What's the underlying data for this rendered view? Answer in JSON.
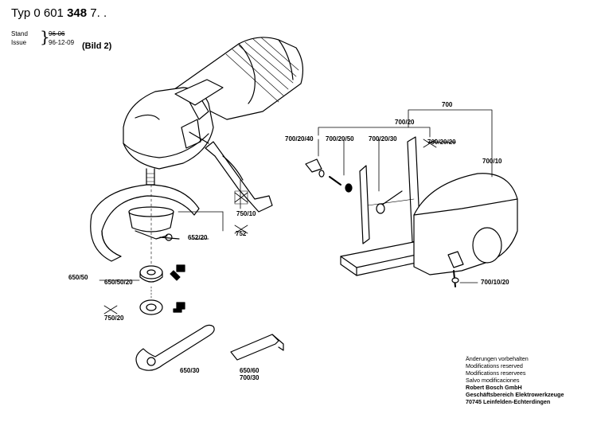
{
  "header": {
    "typ_prefix": "Typ",
    "typ_number": "0 601",
    "typ_bold": "348",
    "typ_suffix": "7. .",
    "stand_label": "Stand",
    "stand_value": "96-06",
    "issue_label": "Issue",
    "issue_value": "96-12-09",
    "bild": "(Bild 2)"
  },
  "labels": {
    "l750": "700",
    "l700_20": "700/20",
    "l700_20_40": "700/20/40",
    "l700_20_50": "700/20/50",
    "l700_20_30": "700/20/30",
    "l700_20_20": "700/20/20",
    "l700_10": "700/10",
    "l700_10_20": "700/10/20",
    "l750_10": "750/10",
    "l752": "752",
    "l652_20": "652/20",
    "l650_50": "650/50",
    "l650_50_20": "650/50/20",
    "l750_20": "750/20",
    "l650_30": "650/30",
    "l650_60": "650/60",
    "l700_30": "700/30"
  },
  "footer": {
    "line1": "Änderungen vorbehalten",
    "line2": "Modifications reserved",
    "line3": "Modifications reservees",
    "line4": "Salvo modificaciones",
    "line5": "Robert Bosch GmbH",
    "line6": "Geschäftsbereich Elektrowerkzeuge",
    "line7": "70745 Leinfelden-Echterdingen"
  }
}
